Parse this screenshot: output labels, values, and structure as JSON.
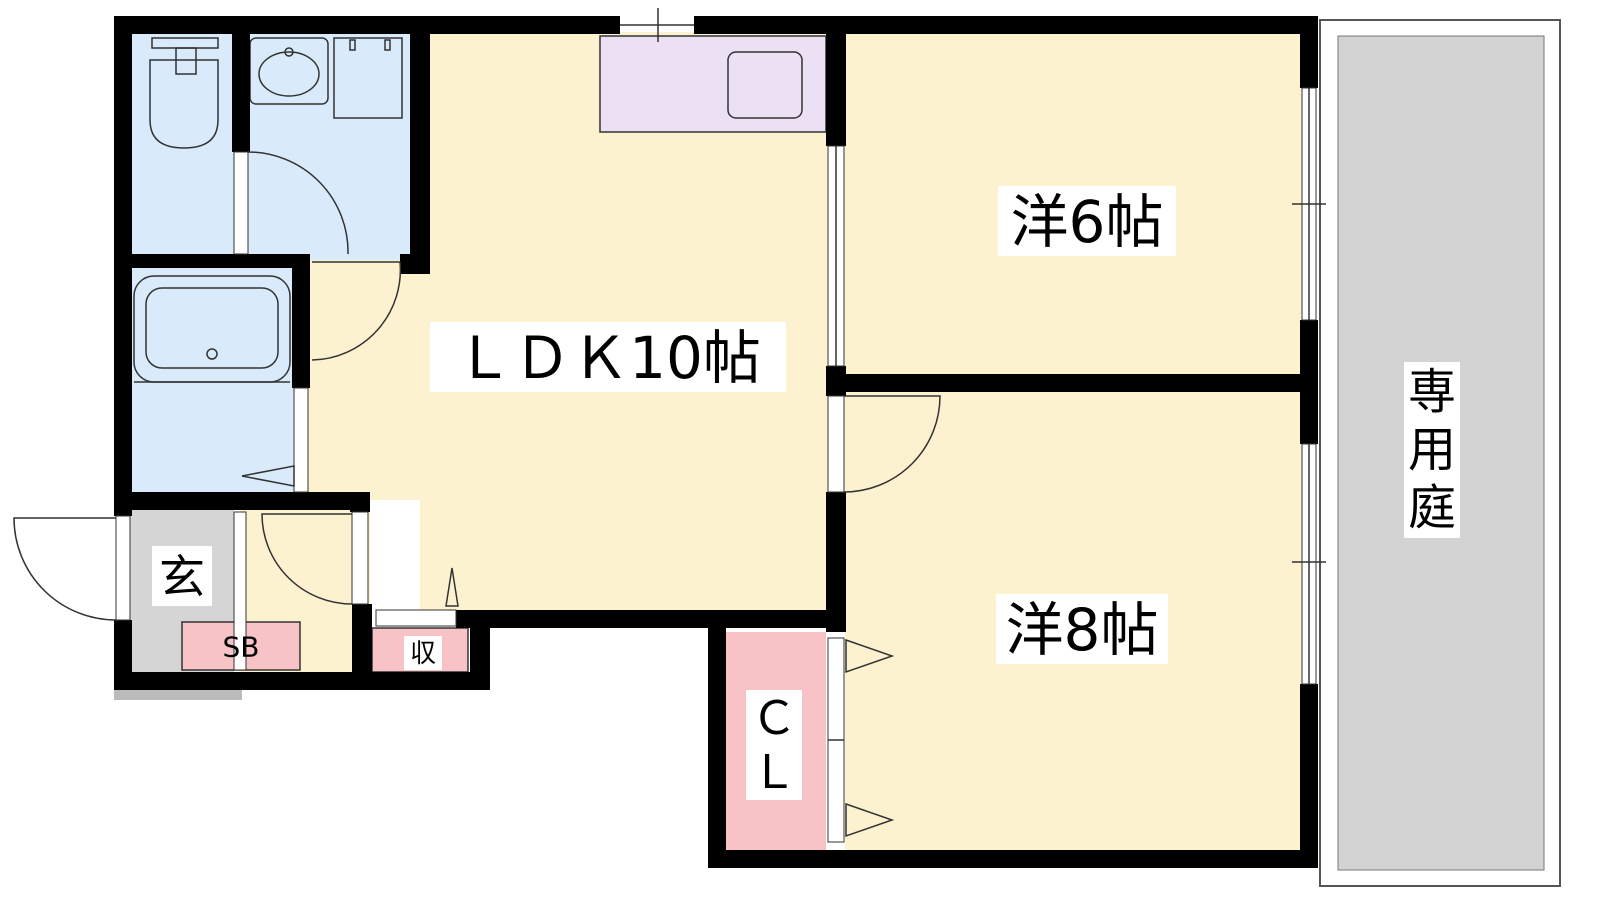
{
  "rooms": {
    "ldk": "ＬＤＫ10帖",
    "western_6": "洋6帖",
    "western_8": "洋8帖",
    "private_garden": [
      "専",
      "用",
      "庭"
    ],
    "entrance": "玄",
    "shoe_box": "SB",
    "storage": "収",
    "closet": [
      "Ｃ",
      "Ｌ"
    ]
  },
  "colors": {
    "living": "#fdf2d0",
    "wet_area": "#d9ebfb",
    "kitchen": "#ece0f4",
    "storage": "#f8c3c6",
    "entrance_floor": "#d5d5d5",
    "garden": "#d3d3d3",
    "wall": "#000000"
  }
}
